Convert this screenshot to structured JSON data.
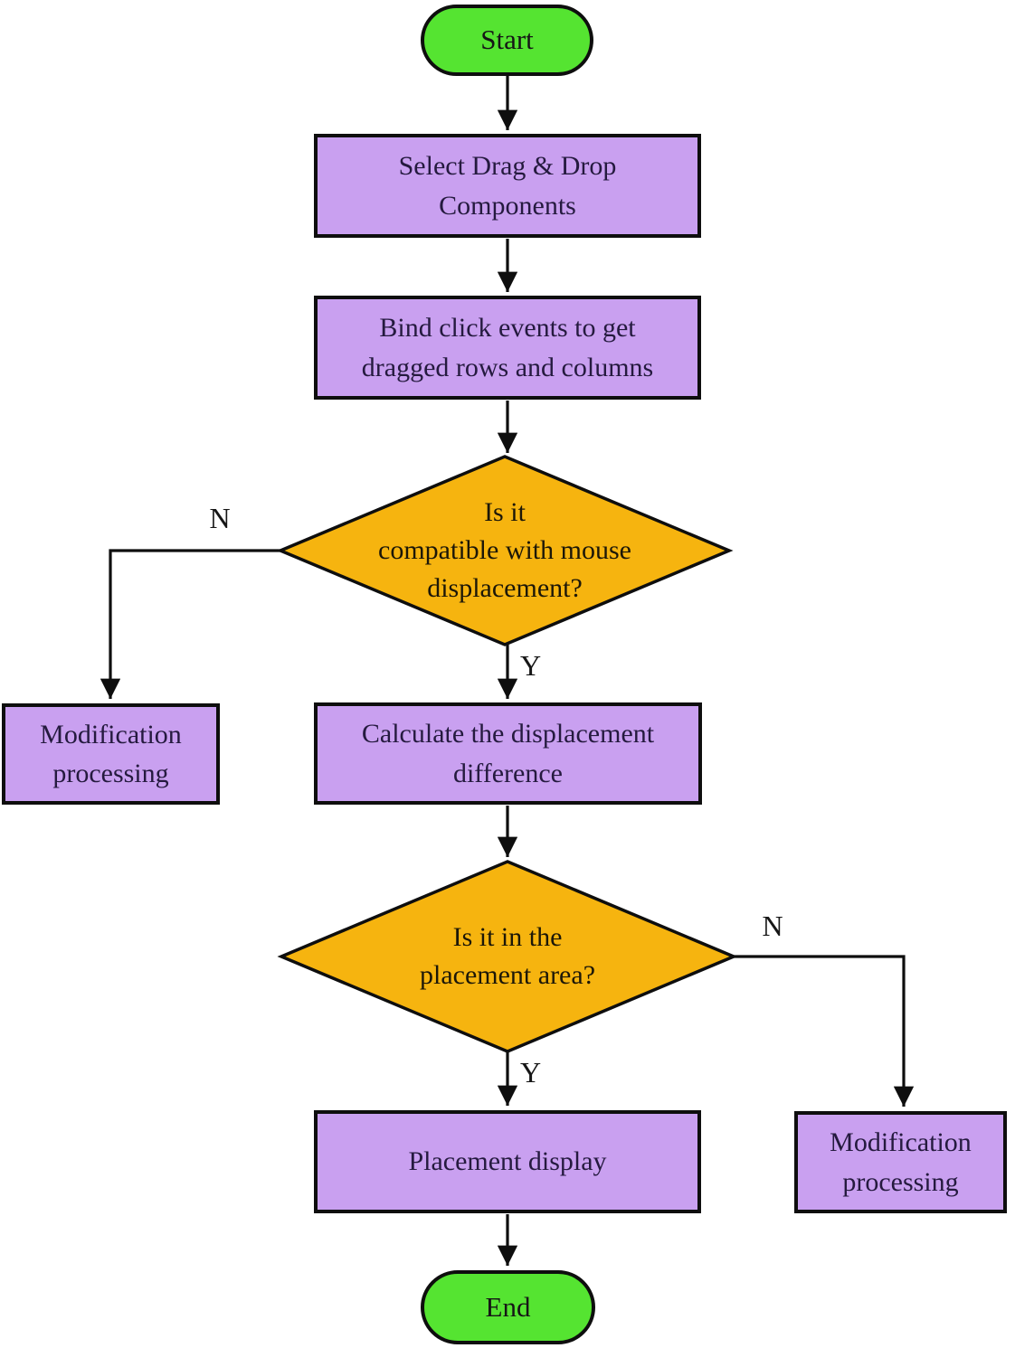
{
  "diagram": {
    "type": "flowchart",
    "nodes": {
      "start": {
        "label": "Start",
        "shape": "terminator"
      },
      "select": {
        "label": "Select Drag & Drop\nComponents",
        "shape": "process"
      },
      "bind": {
        "label": "Bind click events to get\ndragged rows and columns",
        "shape": "process"
      },
      "decision1": {
        "label": "Is it\ncompatible with mouse\ndisplacement?",
        "shape": "decision"
      },
      "mod_left": {
        "label": "Modification\nprocessing",
        "shape": "process"
      },
      "calc": {
        "label": "Calculate the displacement\ndifference",
        "shape": "process"
      },
      "decision2": {
        "label": "Is it in the\nplacement area?",
        "shape": "decision"
      },
      "placement": {
        "label": "Placement display",
        "shape": "process"
      },
      "mod_right": {
        "label": "Modification\nprocessing",
        "shape": "process"
      },
      "end": {
        "label": "End",
        "shape": "terminator"
      }
    },
    "edges": {
      "start_to_select": {
        "label": ""
      },
      "select_to_bind": {
        "label": ""
      },
      "bind_to_decision1": {
        "label": ""
      },
      "decision1_no": {
        "label": "N"
      },
      "decision1_yes": {
        "label": "Y"
      },
      "calc_to_decision2": {
        "label": ""
      },
      "decision2_no": {
        "label": "N"
      },
      "decision2_yes": {
        "label": "Y"
      },
      "placement_to_end": {
        "label": ""
      }
    },
    "colors": {
      "terminator_fill": "#55E431",
      "process_fill": "#C9A0F0",
      "decision_fill": "#F6B40F",
      "stroke": "#0E0E0E",
      "background": "#FFFFFF"
    }
  }
}
